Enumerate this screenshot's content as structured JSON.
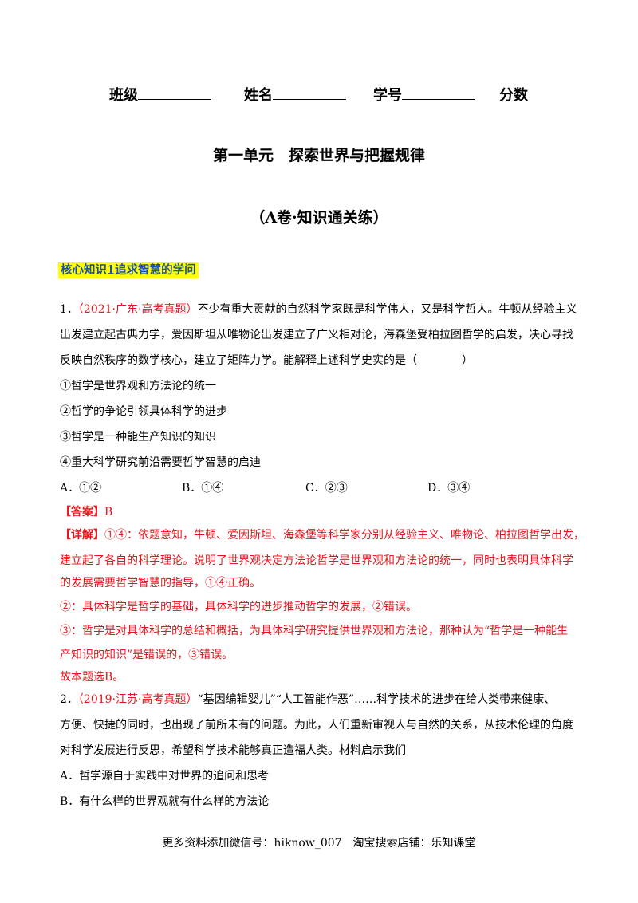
{
  "header": {
    "class_label": "班级",
    "name_label": "姓名",
    "id_label": "学号",
    "score_label": "分数"
  },
  "unit_title": "第一单元　探索世界与把握规律",
  "subtitle": "（A卷·知识通关练）",
  "section_heading": "核心知识1追求智慧的学问",
  "q1": {
    "number": "1．",
    "source": "（2021·广东·高考真题）",
    "line1": "不少有重大贡献的自然科学家既是科学伟人，又是科学哲人。牛顿从经验主义",
    "line2": "出发建立起古典力学，爱因斯坦从唯物论出发建立了广义相对论，海森堡受柏拉图哲学的启发，决心寻找",
    "line3": "反映自然秩序的数学核心，建立了矩阵力学。能解释上述科学史实的是（　　　　）",
    "items": [
      "①哲学是世界观和方法论的统一",
      "②哲学的争论引领具体科学的进步",
      "③哲学是一种能生产知识的知识",
      "④重大科学研究前沿需要哲学智慧的启迪"
    ],
    "options": [
      "A．①②",
      "B．①④",
      "C．②③",
      "D．③④"
    ],
    "answer_label": "【答案】",
    "answer": "B",
    "detail_label": "【详解】",
    "detail_line1": "①④：依题意知，牛顿、爱因斯坦、海森堡等科学家分别从经验主义、唯物论、柏拉图哲学出发，",
    "detail_line2": "建立起了各自的科学理论。说明了世界观决定方法论哲学是世界观和方法论的统一，同时也表明具体科学",
    "detail_line3": "的发展需要哲学智慧的指导，①④正确。",
    "detail_line4": "②：具体科学是哲学的基础，具体科学的进步推动哲学的发展，②错误。",
    "detail_line5": "③：哲学是对具体科学的总结和概括，为具体科学研究提供世界观和方法论，那种认为“哲学是一种能生",
    "detail_line6": "产知识的知识”是错误的，③错误。",
    "conclusion": "故本题选B。"
  },
  "q2": {
    "number": "2．",
    "source": "（2019·江苏·高考真题）",
    "line1": "“基因编辑婴儿”“人工智能作恶”……科学技术的进步在给人类带来健康、",
    "line2": "方便、快捷的同时，也出现了前所未有的问题。为此，人们重新审视人与自然的关系，从技术伦理的角度",
    "line3": "对科学发展进行反思，希望科学技术能够真正造福人类。材料启示我们",
    "option_a": "A．哲学源自于实践中对世界的追问和思考",
    "option_b": "B．有什么样的世界观就有什么样的方法论"
  },
  "footer": "更多资料添加微信号：hiknow_007　淘宝搜索店铺：乐知课堂",
  "colors": {
    "highlight": "#ffff00",
    "heading_blue": "#1f4ea8",
    "answer_red": "#e8141c"
  }
}
